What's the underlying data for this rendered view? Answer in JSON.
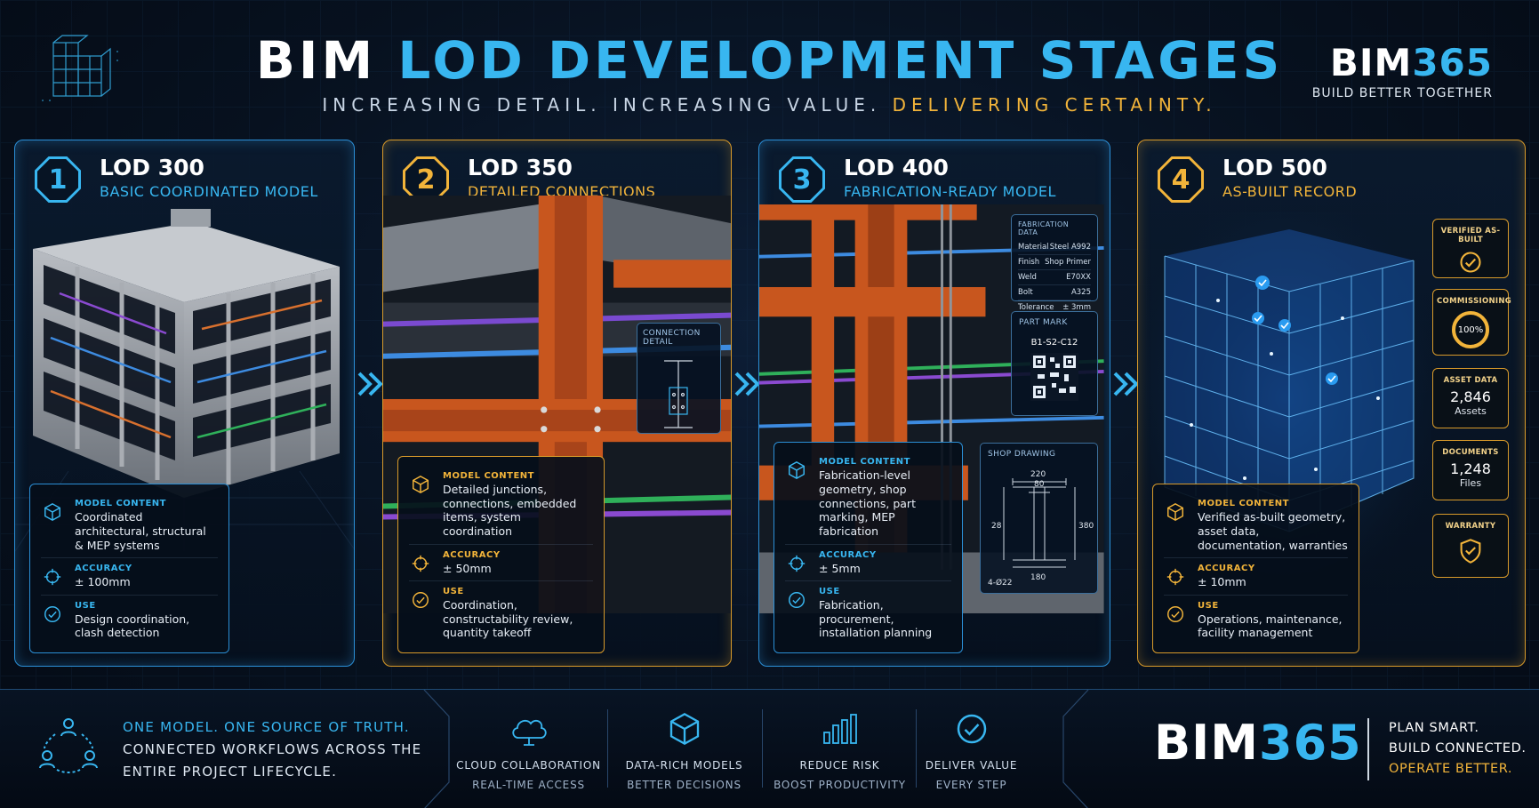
{
  "header": {
    "title_white": "BIM",
    "title_blue": "LOD DEVELOPMENT STAGES",
    "subtitle_main": "INCREASING DETAIL. INCREASING VALUE.",
    "subtitle_gold": "DELIVERING CERTAINTY.",
    "brand_a": "BIM",
    "brand_b": "365",
    "brand_tagline": "BUILD BETTER TOGETHER"
  },
  "stages": [
    {
      "number": "1",
      "lod": "LOD 300",
      "name": "BASIC COORDINATED MODEL",
      "content_label": "MODEL CONTENT",
      "content": "Coordinated architectural, structural & MEP systems",
      "accuracy_label": "ACCURACY",
      "accuracy": "± 100mm",
      "use_label": "USE",
      "use": "Design coordination, clash detection"
    },
    {
      "number": "2",
      "lod": "LOD 350",
      "name": "DETAILED CONNECTIONS",
      "content_label": "MODEL CONTENT",
      "content": "Detailed junctions, connections, embedded items, system coordination",
      "accuracy_label": "ACCURACY",
      "accuracy": "± 50mm",
      "use_label": "USE",
      "use": "Coordination, constructability review, quantity takeoff",
      "connection_label": "CONNECTION DETAIL"
    },
    {
      "number": "3",
      "lod": "LOD 400",
      "name": "FABRICATION-READY MODEL",
      "content_label": "MODEL CONTENT",
      "content": "Fabrication-level geometry, shop connections, part marking, MEP fabrication",
      "accuracy_label": "ACCURACY",
      "accuracy": "± 5mm",
      "use_label": "USE",
      "use": "Fabrication, procurement, installation planning",
      "fab_title": "FABRICATION DATA",
      "fab_rows": [
        {
          "k": "Material",
          "v": "Steel A992"
        },
        {
          "k": "Finish",
          "v": "Shop Primer"
        },
        {
          "k": "Weld",
          "v": "E70XX"
        },
        {
          "k": "Bolt",
          "v": "A325"
        },
        {
          "k": "Tolerance",
          "v": "± 3mm"
        }
      ],
      "part_mark_label": "PART MARK",
      "part_mark": "B1-S2-C12",
      "shop_label": "SHOP DRAWING",
      "shop_dims": {
        "top": "220",
        "inner": "80",
        "left": "28",
        "right": "380",
        "bottom": "180",
        "note": "4-Ø22"
      }
    },
    {
      "number": "4",
      "lod": "LOD 500",
      "name": "AS-BUILT RECORD",
      "content_label": "MODEL CONTENT",
      "content": "Verified as-built geometry, asset data, documentation, warranties",
      "accuracy_label": "ACCURACY",
      "accuracy": "± 10mm",
      "use_label": "USE",
      "use": "Operations, maintenance, facility management",
      "side": {
        "verified": "VERIFIED AS-BUILT",
        "commissioning": "COMMISSIONING",
        "commissioning_value": "100%",
        "commissioning_fraction": 1.0,
        "asset_label": "ASSET DATA",
        "asset_value": "2,846",
        "asset_unit": "Assets",
        "doc_label": "DOCUMENTS",
        "doc_value": "1,248",
        "doc_unit": "Files",
        "warranty": "WARRANTY"
      }
    }
  ],
  "bottom": {
    "line1": "ONE MODEL. ONE SOURCE OF TRUTH.",
    "line2": "CONNECTED WORKFLOWS ACROSS THE",
    "line3": "ENTIRE PROJECT LIFECYCLE.",
    "features": [
      {
        "icon": "cloud-icon",
        "l1": "CLOUD COLLABORATION",
        "l2": "REAL-TIME ACCESS"
      },
      {
        "icon": "cube-icon",
        "l1": "DATA-RICH MODELS",
        "l2": "BETTER DECISIONS"
      },
      {
        "icon": "bar-chart-icon",
        "l1": "REDUCE RISK",
        "l2": "BOOST PRODUCTIVITY"
      },
      {
        "icon": "check-circle-icon",
        "l1": "DELIVER VALUE",
        "l2": "EVERY STEP"
      }
    ],
    "brand_a": "BIM",
    "brand_b": "365",
    "slogan1": "PLAN SMART.",
    "slogan2": "BUILD CONNECTED.",
    "slogan3": "OPERATE BETTER."
  },
  "colors": {
    "blue": "#38b6f0",
    "gold": "#f2b43a",
    "steel": "#c8561e",
    "bg": "#050c18"
  }
}
